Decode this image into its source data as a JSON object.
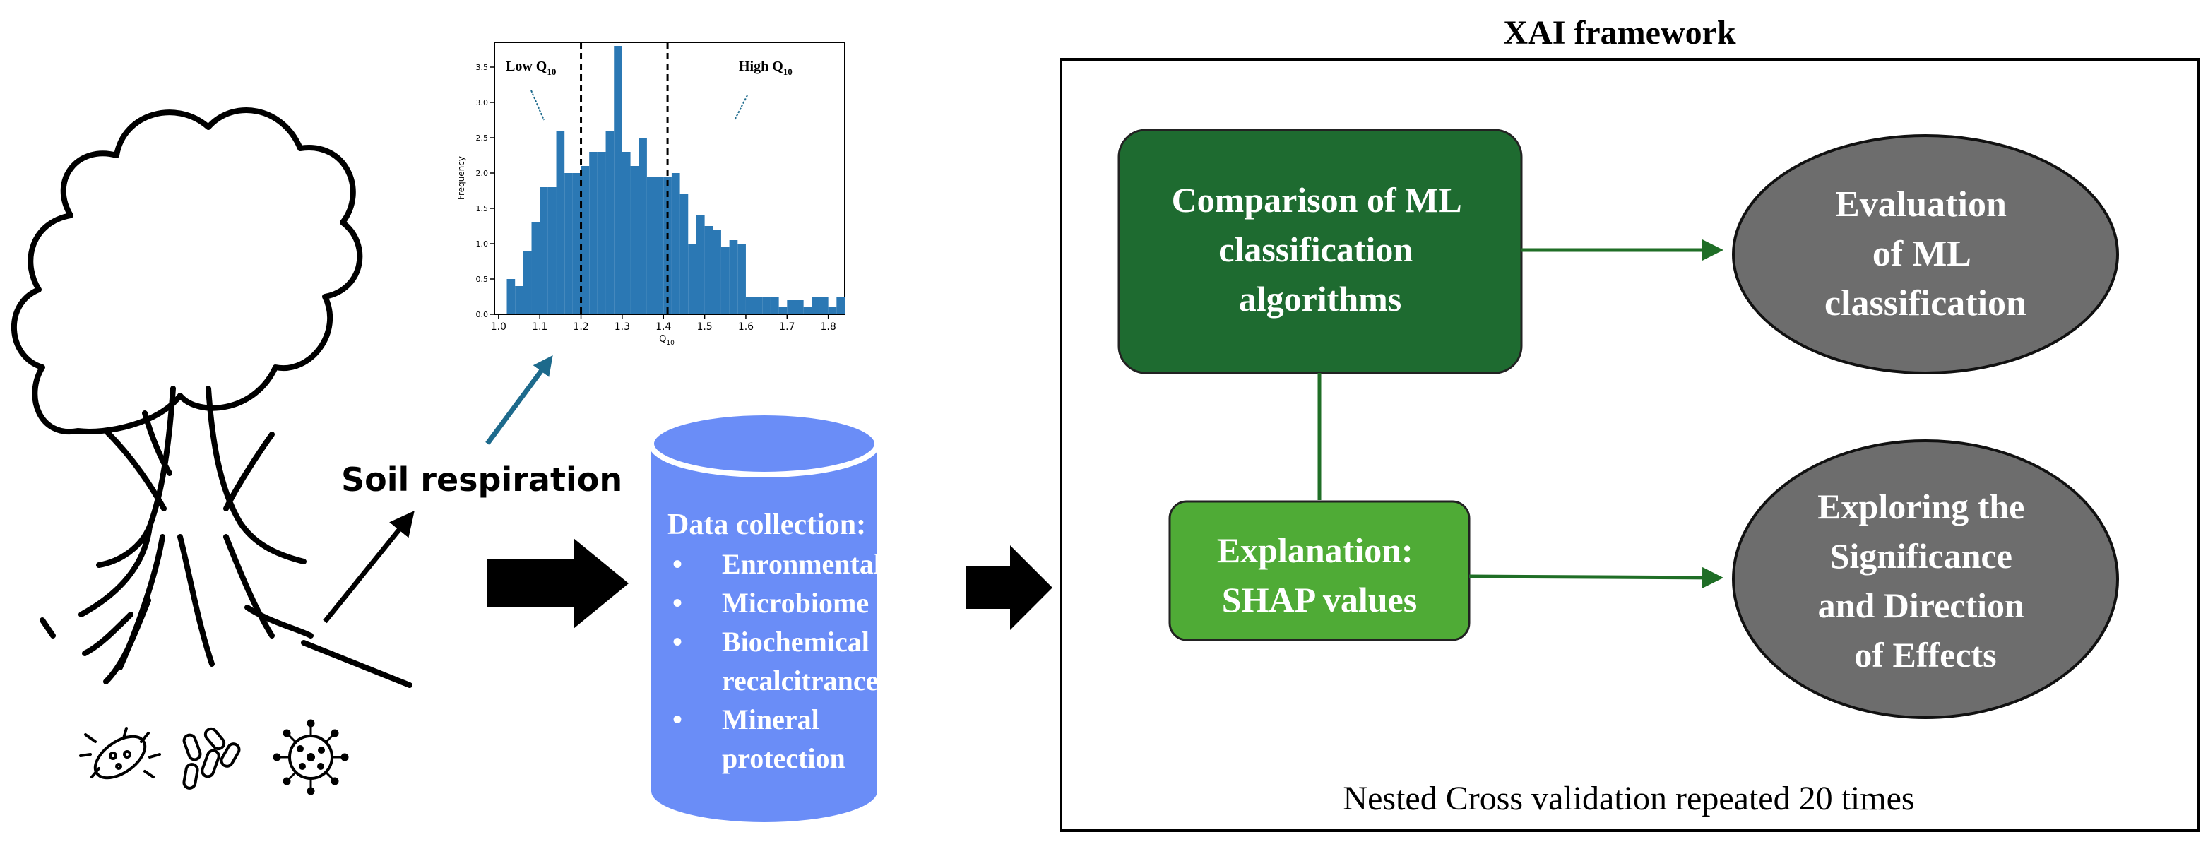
{
  "colors": {
    "dark_green": "#1e6b30",
    "light_green": "#4fab36",
    "cylinder_blue": "#6a8df7",
    "ellipse_gray": "#6d6d6d",
    "histogram_bar": "#2b78b4",
    "arrow_teal": "#1d6a8c",
    "arrow_green": "#1f6e26"
  },
  "icons": [
    "tree-icon",
    "bacterium-icon",
    "bacilli-icon",
    "virus-icon"
  ],
  "soil_respiration_label": "Soil respiration",
  "histogram": {
    "low_label_prefix": "Low Q",
    "low_label_sub": "10",
    "high_label_prefix": "High Q",
    "high_label_sub": "10",
    "ylabel": "Frequency",
    "xlabel_prefix": "Q",
    "xlabel_sub": "10"
  },
  "chart_data": {
    "type": "bar",
    "title": "",
    "xlabel": "Q10",
    "ylabel": "Frequency",
    "xlim": [
      0.99,
      1.84
    ],
    "ylim": [
      0,
      3.85
    ],
    "bin_width": 0.02,
    "bin_starts": [
      1.02,
      1.04,
      1.06,
      1.08,
      1.1,
      1.12,
      1.14,
      1.16,
      1.18,
      1.2,
      1.22,
      1.24,
      1.26,
      1.28,
      1.3,
      1.32,
      1.34,
      1.36,
      1.38,
      1.4,
      1.42,
      1.44,
      1.46,
      1.48,
      1.5,
      1.52,
      1.54,
      1.56,
      1.58,
      1.6,
      1.62,
      1.64,
      1.66,
      1.68,
      1.7,
      1.72,
      1.74,
      1.76,
      1.78,
      1.8,
      1.82
    ],
    "values": [
      0.5,
      0.4,
      0.9,
      1.3,
      1.8,
      1.8,
      2.6,
      2.0,
      2.0,
      2.1,
      2.3,
      2.3,
      2.6,
      3.8,
      2.3,
      2.1,
      2.5,
      1.95,
      1.95,
      1.95,
      2.0,
      1.7,
      1.0,
      1.4,
      1.25,
      1.2,
      0.95,
      1.05,
      1.0,
      0.25,
      0.25,
      0.25,
      0.25,
      0.1,
      0.2,
      0.2,
      0.1,
      0.25,
      0.25,
      0.1,
      0.25
    ],
    "xticks": [
      "1.0",
      "1.1",
      "1.2",
      "1.3",
      "1.4",
      "1.5",
      "1.6",
      "1.7",
      "1.8"
    ],
    "xtick_values": [
      1.0,
      1.1,
      1.2,
      1.3,
      1.4,
      1.5,
      1.6,
      1.7,
      1.8
    ],
    "yticks": [
      "0.0",
      "0.5",
      "1.0",
      "1.5",
      "2.0",
      "2.5",
      "3.0",
      "3.5"
    ],
    "ytick_values": [
      0,
      0.5,
      1.0,
      1.5,
      2.0,
      2.5,
      3.0,
      3.5
    ],
    "thresholds": [
      1.2,
      1.41
    ],
    "grid": false
  },
  "data_collection": {
    "title": "Data collection:",
    "bullet": "•",
    "items": [
      [
        "Enronmental"
      ],
      [
        "Microbiome"
      ],
      [
        "Biochemical",
        "recalcitrance"
      ],
      [
        "Mineral",
        "protection"
      ]
    ]
  },
  "xai": {
    "title": "XAI framework",
    "comparison": [
      "Comparison of ML",
      "classification",
      "algorithms"
    ],
    "explanation": [
      "Explanation:",
      "SHAP values"
    ],
    "evaluation": [
      "Evaluation",
      "of ML",
      "classification"
    ],
    "exploring": [
      "Exploring the",
      "Significance",
      "and Direction",
      "of Effects"
    ],
    "footer": "Nested Cross validation repeated 20 times"
  }
}
